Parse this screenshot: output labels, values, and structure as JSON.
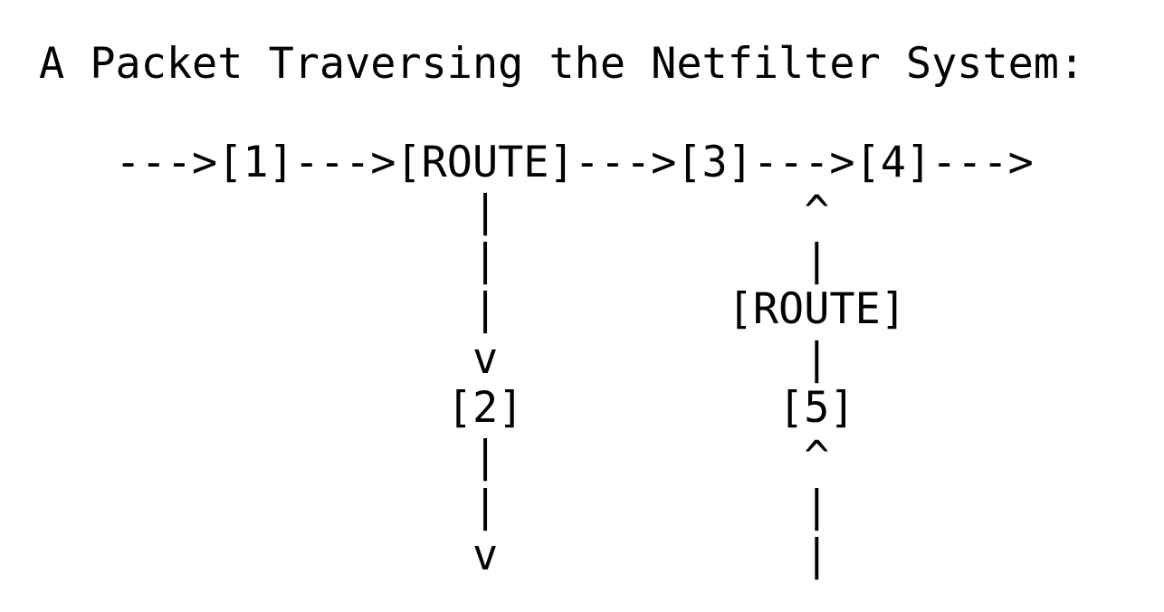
{
  "page": {
    "background_color": "#ffffff",
    "text_color": "#000000"
  },
  "title": "A Packet Traversing the Netfilter System:",
  "diagram": {
    "art_lines": [
      "   --->[1]--->[ROUTE]--->[3]--->[4]--->",
      "                 |            ^",
      "                 |            |",
      "                 |         [ROUTE]",
      "                 v            |",
      "                [2]          [5]",
      "                 |            ^",
      "                 |            |",
      "                 v            |"
    ],
    "nodes": [
      "1",
      "ROUTE",
      "3",
      "4",
      "2",
      "ROUTE",
      "5"
    ]
  }
}
